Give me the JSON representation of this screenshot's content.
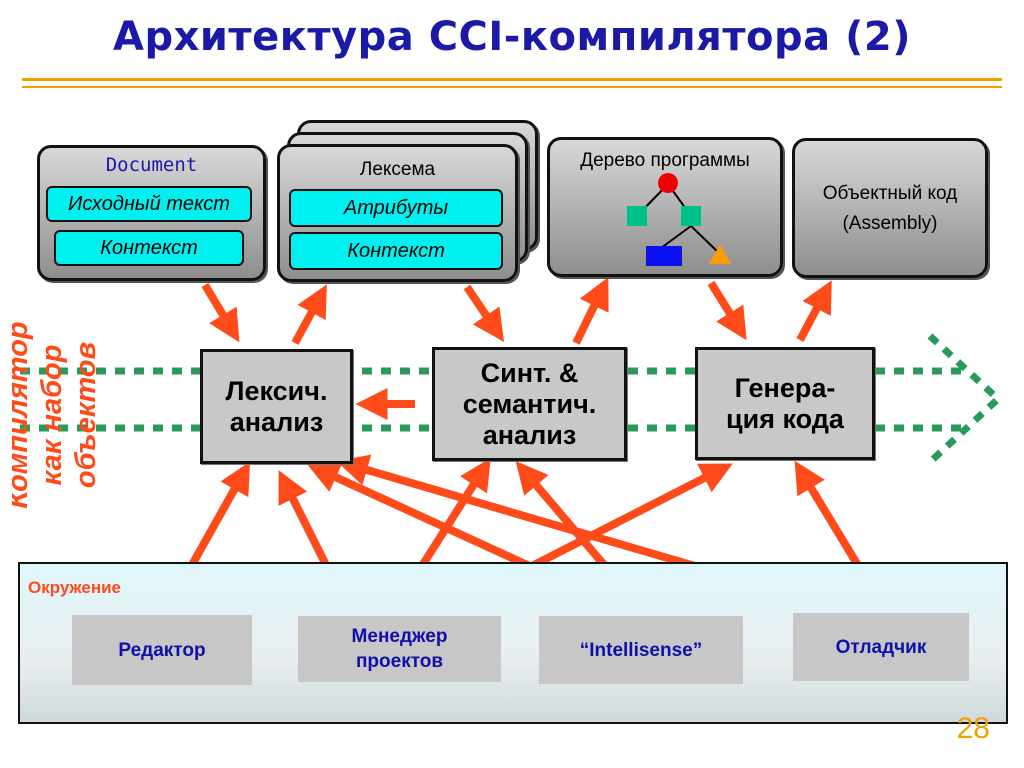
{
  "title": "Архитектура CCI-компилятора (2)",
  "top_boxes": {
    "document": {
      "heading": "Document",
      "items": [
        "Исходный текст",
        "Контекст"
      ]
    },
    "lexeme": {
      "heading": "Лексема",
      "items": [
        "Атрибуты",
        "Контекст"
      ]
    },
    "tree": {
      "heading": "Дерево программы"
    },
    "object_code": {
      "line1": "Объектный код",
      "line2": "(Assembly)"
    }
  },
  "phases": {
    "lexical": {
      "line1": "Лексич.",
      "line2": "анализ"
    },
    "syntax": {
      "line1": "Синт. &",
      "line2": "семантич.",
      "line3": "анализ"
    },
    "codegen": {
      "line1": "Генера-",
      "line2": "ция кода"
    }
  },
  "side_label": {
    "line1": "Компилятор",
    "line2": "как набор",
    "line3": "объектов"
  },
  "environment": {
    "label": "Окружение",
    "tools": [
      "Редактор",
      "Менеджер проектов",
      "“Intellisense”",
      "Отладчик"
    ]
  },
  "page_number": "28",
  "colors": {
    "title": "#1a1aa6",
    "accent": "#f0a000",
    "arrow": "#ff4a1a",
    "dotted": "#2a9a5a",
    "cyan": "#00f0f0",
    "tool_text": "#1010a8"
  }
}
